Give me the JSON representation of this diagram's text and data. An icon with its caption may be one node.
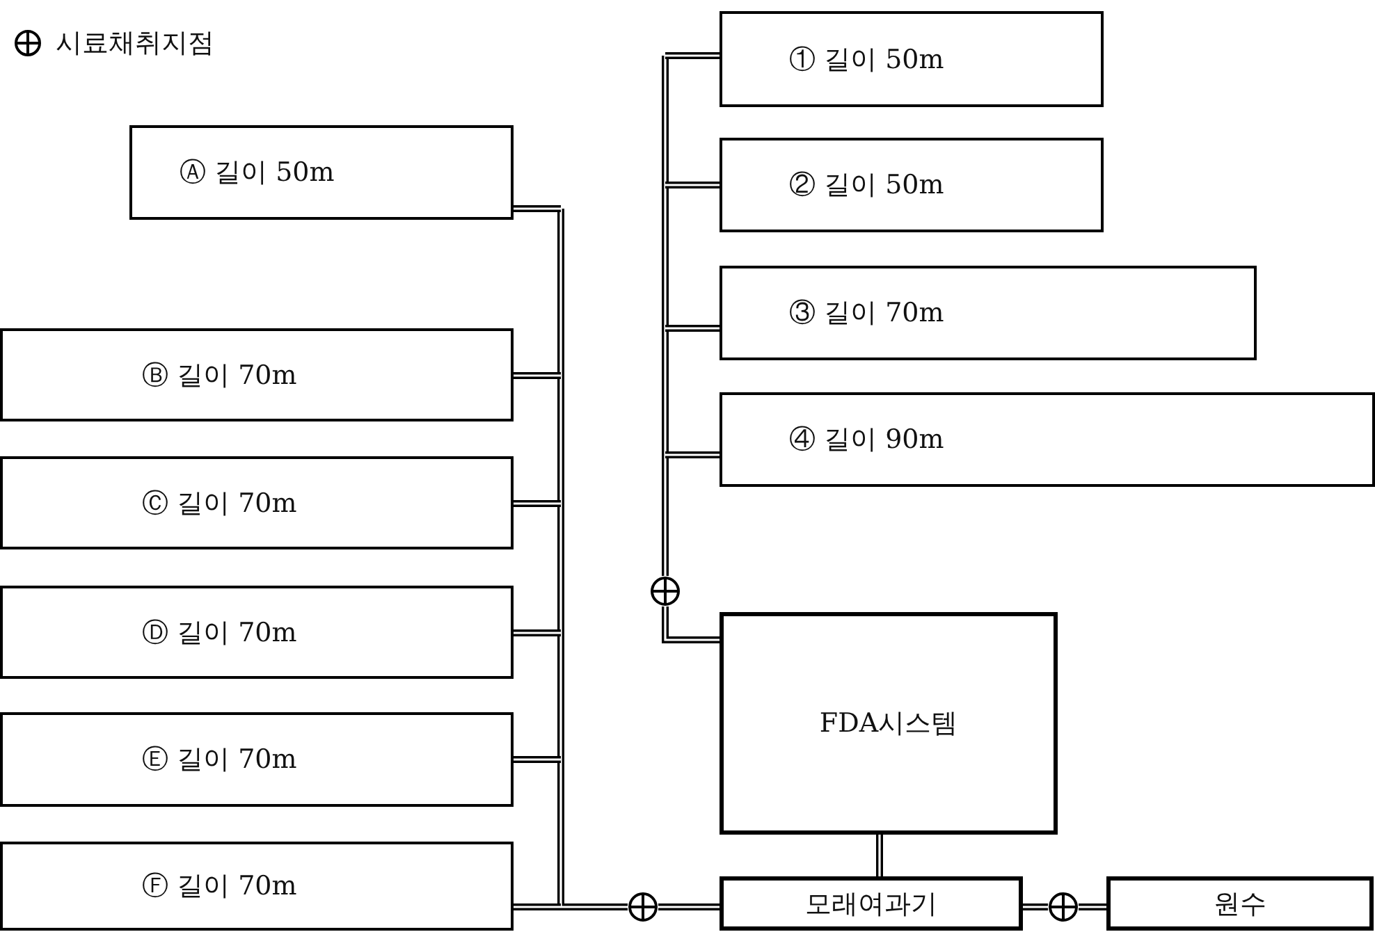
{
  "diagram": {
    "nodes": [
      {
        "text": [
          "① 길이 50m"
        ]
      },
      {
        "text": [
          "② 길이 50m"
        ]
      },
      {
        "text": [
          "③ 길이 70m"
        ]
      },
      {
        "text": [
          "④ 길이 90m"
        ]
      },
      {
        "text": [
          "Ⓐ 길이 50m"
        ]
      },
      {
        "text": [
          "Ⓑ 길이 70m"
        ]
      },
      {
        "text": [
          "Ⓒ 길이 70m"
        ]
      },
      {
        "text": [
          "Ⓓ 길이 70m"
        ]
      },
      {
        "text": [
          "Ⓔ 길이 70m"
        ]
      },
      {
        "text": [
          "Ⓕ 길이 70m"
        ]
      },
      {
        "text": [
          "FDA시스템"
        ]
      },
      {
        "text": [
          "모래여과기"
        ]
      },
      {
        "text": [
          "원수"
        ]
      },
      {
        "text": [],
        "shape": "circle"
      },
      {
        "text": [],
        "shape": "circle"
      },
      {
        "text": [],
        "shape": "circle"
      }
    ],
    "edges": [
      {
        "from": 10,
        "to": 13,
        "arrow": "none"
      },
      {
        "from": 13,
        "to": 0,
        "arrow": "none"
      },
      {
        "from": 13,
        "to": 1,
        "arrow": "none"
      },
      {
        "from": 13,
        "to": 2,
        "arrow": "none"
      },
      {
        "from": 13,
        "to": 3,
        "arrow": "none"
      },
      {
        "from": 11,
        "to": 10,
        "arrow": "none"
      },
      {
        "from": 12,
        "to": 15,
        "arrow": "none"
      },
      {
        "from": 15,
        "to": 11,
        "arrow": "none"
      },
      {
        "from": 11,
        "to": 14,
        "arrow": "none"
      },
      {
        "from": 14,
        "to": 4,
        "arrow": "none"
      },
      {
        "from": 14,
        "to": 5,
        "arrow": "none"
      },
      {
        "from": 14,
        "to": 6,
        "arrow": "none"
      },
      {
        "from": 14,
        "to": 7,
        "arrow": "none"
      },
      {
        "from": 14,
        "to": 8,
        "arrow": "none"
      },
      {
        "from": 14,
        "to": 9,
        "arrow": "none"
      }
    ],
    "legend": [
      {
        "text": "시료채취지점"
      }
    ]
  }
}
